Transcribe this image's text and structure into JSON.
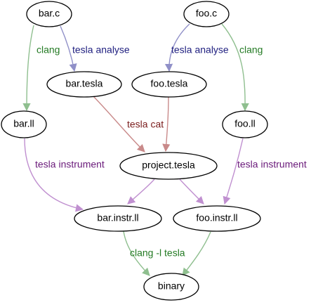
{
  "colors": {
    "clang": "#8fbf8f",
    "clang_text": "#237a23",
    "analyse": "#9090c8",
    "analyse_text": "#202080",
    "cat": "#c98a8a",
    "cat_text": "#7a1c1c",
    "instrument": "#c090d0",
    "instrument_text": "#6a1a7a",
    "link": "#8fbf8f",
    "link_text": "#237a23"
  },
  "nodes": {
    "bar_c": "bar.c",
    "foo_c": "foo.c",
    "bar_tesla": "bar.tesla",
    "foo_tesla": "foo.tesla",
    "bar_ll": "bar.ll",
    "foo_ll": "foo.ll",
    "project_tesla": "project.tesla",
    "bar_instr_ll": "bar.instr.ll",
    "foo_instr_ll": "foo.instr.ll",
    "binary": "binary"
  },
  "edge_labels": {
    "bar_clang": "clang",
    "bar_analyse": "tesla analyse",
    "foo_analyse": "tesla analyse",
    "foo_clang": "clang",
    "cat": "tesla cat",
    "bar_instrument": "tesla instrument",
    "foo_instrument": "tesla instrument",
    "link": "clang -l tesla"
  }
}
